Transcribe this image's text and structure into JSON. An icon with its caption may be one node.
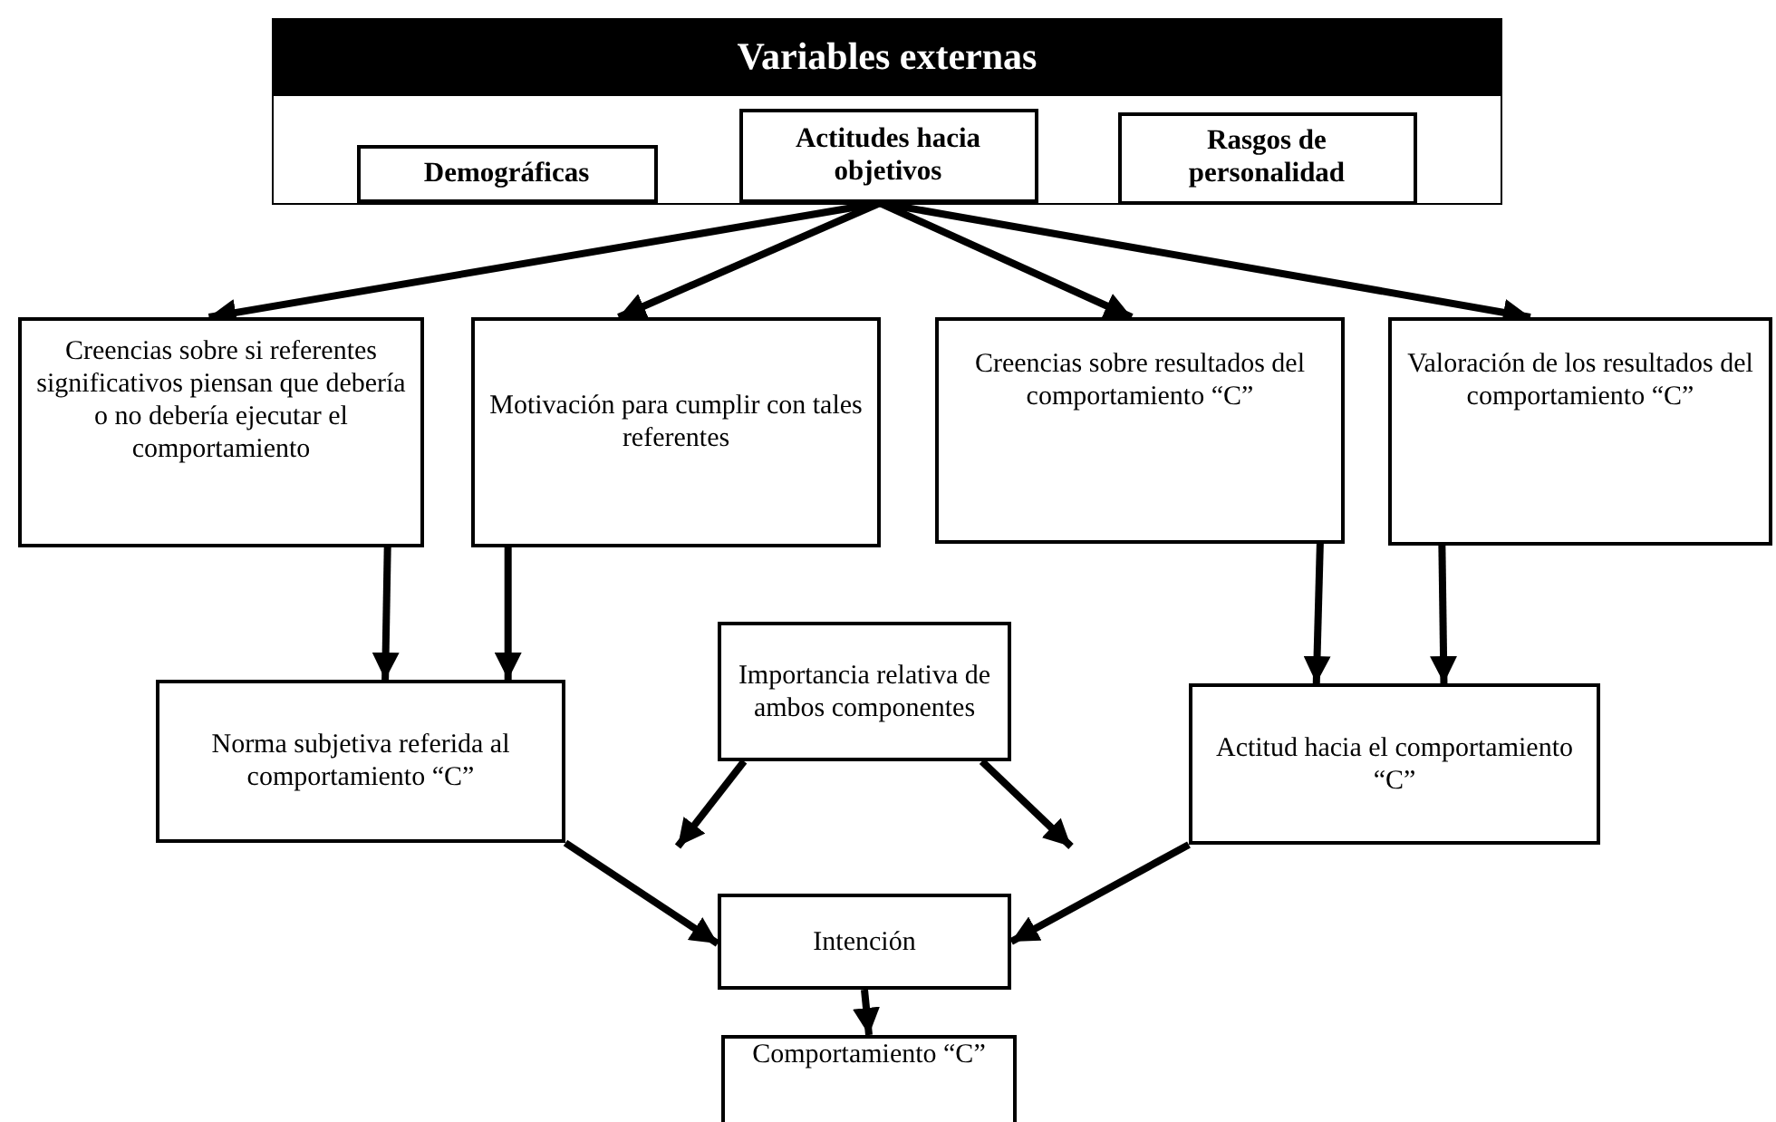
{
  "diagram": {
    "nodes": [
      {
        "text": [
          "Variables externas"
        ]
      },
      {
        "text": [
          "Demográficas"
        ],
        "in": 0
      },
      {
        "text": [
          "Actitudes hacia objetivos"
        ],
        "in": 0
      },
      {
        "text": [
          "Rasgos de personalidad"
        ],
        "in": 0
      },
      {
        "text": [
          "Creencias sobre si referentes significativos piensan que debería o no debería ejecutar el comportamiento"
        ]
      },
      {
        "text": [
          "Motivación para cumplir con tales referentes"
        ]
      },
      {
        "text": [
          "Creencias sobre resultados del comportamiento “C”"
        ]
      },
      {
        "text": [
          "Valoración de los resultados del comportamiento “C”"
        ]
      },
      {
        "text": [
          "Importancia relativa de ambos componentes"
        ]
      },
      {
        "text": [
          "Norma subjetiva referida al comportamiento “C”"
        ]
      },
      {
        "text": [
          "Actitud hacia el comportamiento “C”"
        ]
      },
      {
        "text": [
          "Intención"
        ]
      },
      {
        "text": [
          "Comportamiento “C”"
        ]
      }
    ],
    "edges": [
      {
        "from": 2,
        "to": 4,
        "arrow": "to"
      },
      {
        "from": 2,
        "to": 5,
        "arrow": "to"
      },
      {
        "from": 2,
        "to": 6,
        "arrow": "to"
      },
      {
        "from": 2,
        "to": 7,
        "arrow": "to"
      },
      {
        "from": 4,
        "to": 9,
        "arrow": "to"
      },
      {
        "from": 5,
        "to": 9,
        "arrow": "to"
      },
      {
        "from": 6,
        "to": 10,
        "arrow": "to"
      },
      {
        "from": 7,
        "to": 10,
        "arrow": "to"
      },
      {
        "from": 9,
        "to": 11,
        "arrow": "to"
      },
      {
        "from": 10,
        "to": 11,
        "arrow": "to"
      },
      {
        "from": 8,
        "to": null,
        "arrow": "to"
      },
      {
        "from": 8,
        "to": null,
        "arrow": "to"
      },
      {
        "from": 11,
        "to": 12,
        "arrow": "to"
      }
    ]
  }
}
